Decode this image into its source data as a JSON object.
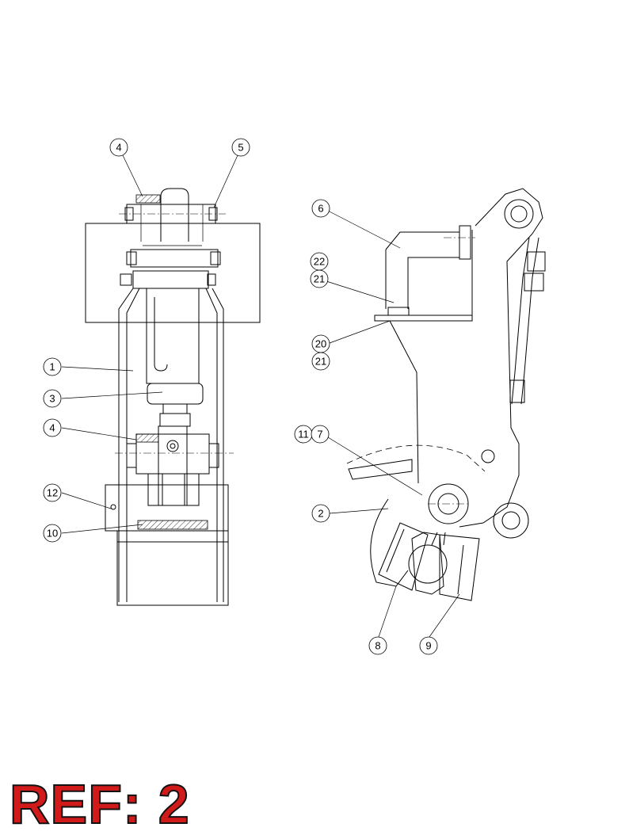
{
  "reference_label": "REF: 2",
  "left_view": {
    "callouts": [
      "4",
      "5",
      "1",
      "3",
      "4",
      "12",
      "10"
    ]
  },
  "right_view": {
    "callouts": [
      "6",
      "22",
      "21",
      "20",
      "21",
      "11",
      "7",
      "2",
      "8",
      "9"
    ]
  }
}
